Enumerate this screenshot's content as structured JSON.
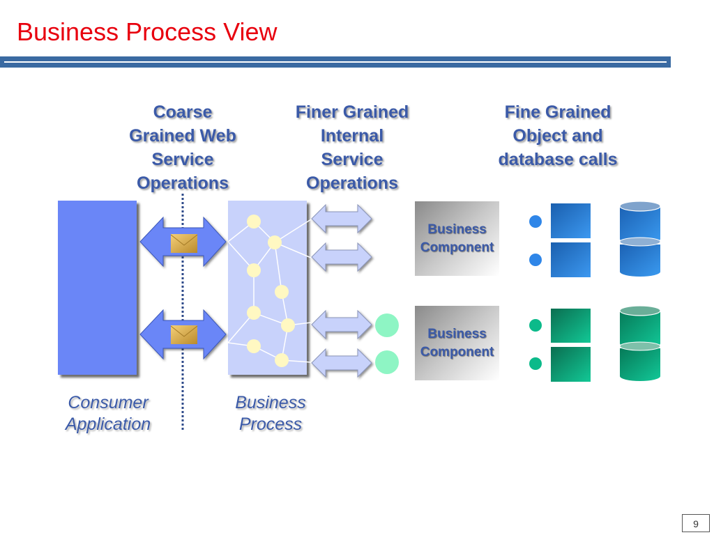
{
  "slide": {
    "title": "Business Process View",
    "page_number": "9"
  },
  "headings": {
    "coarse": [
      "Coarse",
      "Grained Web",
      "Service",
      "Operations"
    ],
    "finer": [
      "Finer Grained",
      "Internal",
      "Service",
      "Operations"
    ],
    "fine": [
      "Fine Grained",
      "Object and",
      "database calls"
    ]
  },
  "captions": {
    "consumer": [
      "Consumer",
      "Application"
    ],
    "process": [
      "Business",
      "Process"
    ]
  },
  "components": [
    {
      "label": [
        "Business",
        "Component"
      ],
      "theme": "blue"
    },
    {
      "label": [
        "Business",
        "Component"
      ],
      "theme": "green"
    }
  ],
  "icons": {
    "message": "envelope-icon",
    "connector": "double-arrow-icon",
    "object": "object-square-icon",
    "database": "database-icon"
  },
  "colors": {
    "title": "#e8000e",
    "rule": "#3a6aa2",
    "heading_text": "#3b5aa8",
    "consumer_fill": "#6a86f7",
    "process_fill": "#c8d2fb",
    "node_fill": "#fff8c2",
    "blue_theme": "#2f86e0",
    "green_theme": "#0cba8a",
    "light_green_dot": "#8ef5c4"
  }
}
